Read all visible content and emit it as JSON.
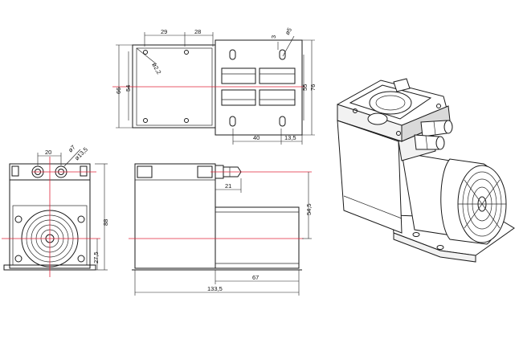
{
  "top_view": {
    "dim_left_width": "29",
    "dim_right_width": "28",
    "dim_hole_diameter": "ø2,2",
    "dim_outer_height": "66",
    "dim_inner_height": "54",
    "dim_mount_hole_size": "3",
    "dim_slot_diameter": "ø5",
    "dim_slot_inner_height": "55",
    "dim_slot_outer_height": "76",
    "dim_slot_spacing": "40",
    "dim_slot_offset": "13,5"
  },
  "front_view": {
    "dim_port_spacing": "20",
    "dim_port_inner": "ø7",
    "dim_port_outer": "ø13,5",
    "dim_total_height": "88",
    "dim_center_height": "27,5"
  },
  "side_view": {
    "dim_port_offset": "21",
    "dim_motor_center_height": "54,5",
    "dim_motor_length": "67",
    "dim_total_length": "133,5"
  },
  "iso_view": {}
}
